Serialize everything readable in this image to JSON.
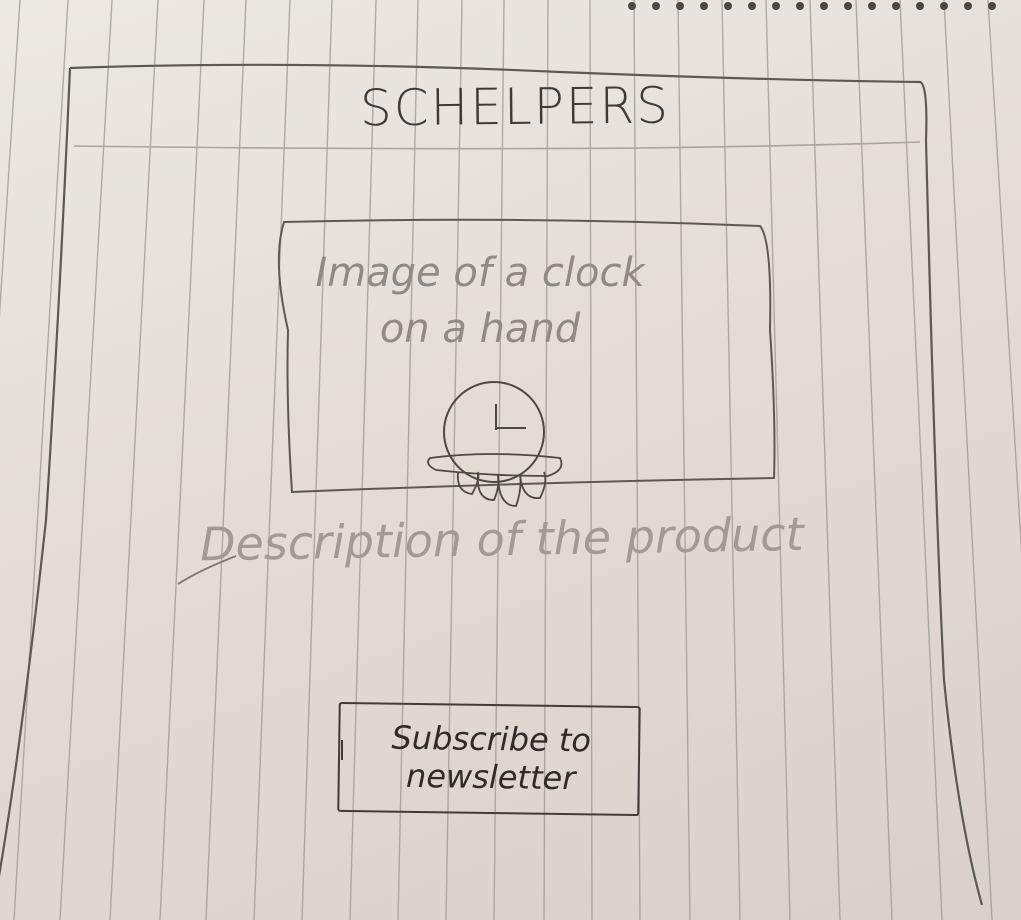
{
  "header": {
    "title": "SCHELPERS"
  },
  "hero": {
    "image_placeholder": "Image of a clock on a hand"
  },
  "content": {
    "description": "Description of the product"
  },
  "cta": {
    "subscribe_label": "Subscribe to newsletter"
  }
}
